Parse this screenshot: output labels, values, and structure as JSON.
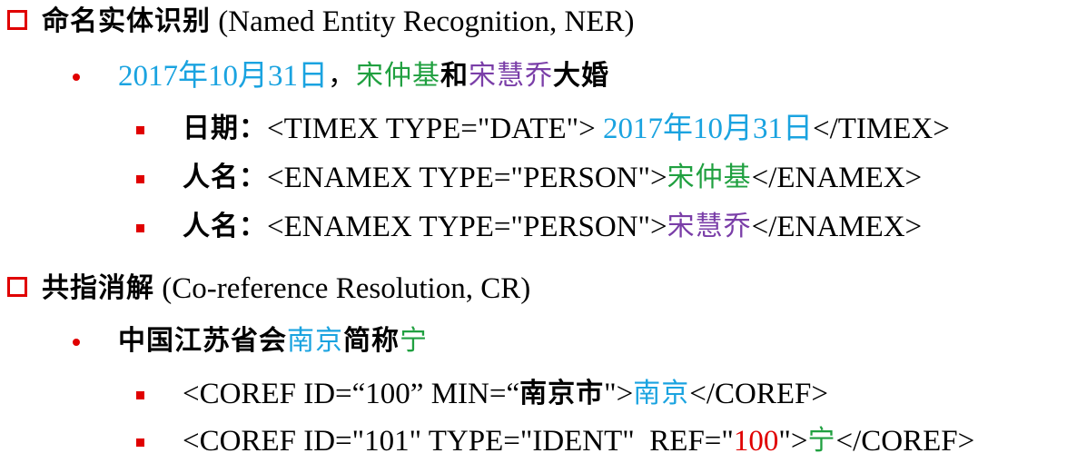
{
  "ner": {
    "title_cn": "命名实体识别",
    "title_en": " (Named Entity Recognition, NER)",
    "example": {
      "date": "2017年10月31日",
      "comma": "，",
      "person1": "宋仲基",
      "and": "和",
      "person2": "宋慧乔",
      "rest": "大婚"
    },
    "items": [
      {
        "label": "日期：",
        "open_tag": "<TIMEX TYPE=\"DATE\"> ",
        "value": "2017年10月31日",
        "close_tag": "</TIMEX>"
      },
      {
        "label": "人名：",
        "open_tag": "<ENAMEX TYPE=\"PERSON\">",
        "value": "宋仲基",
        "close_tag": "</ENAMEX>"
      },
      {
        "label": "人名：",
        "open_tag": "<ENAMEX TYPE=\"PERSON\">",
        "value": "宋慧乔",
        "close_tag": "</ENAMEX>"
      }
    ]
  },
  "cr": {
    "title_cn": "共指消解",
    "title_en": " (Co-reference Resolution, CR)",
    "example": {
      "prefix": "中国江苏省会",
      "city": "南京",
      "mid": "简称",
      "abbr": "宁"
    },
    "items": [
      {
        "open_tag_a": "<COREF ID=“100” MIN=“",
        "min_value": "南京市",
        "open_tag_b": "\">",
        "value": "南京",
        "close_tag": "</COREF>"
      },
      {
        "open_tag_a": "<COREF ID=\"101\" TYPE=\"IDENT\"  REF=\"",
        "ref_value": "100",
        "open_tag_b": "\">",
        "value": "宁",
        "close_tag": "</COREF>"
      }
    ]
  },
  "colors": {
    "accent_red": "#e00000",
    "date_blue": "#1aa3e0",
    "person_green": "#20a040",
    "person_purple": "#7a3ea8"
  }
}
